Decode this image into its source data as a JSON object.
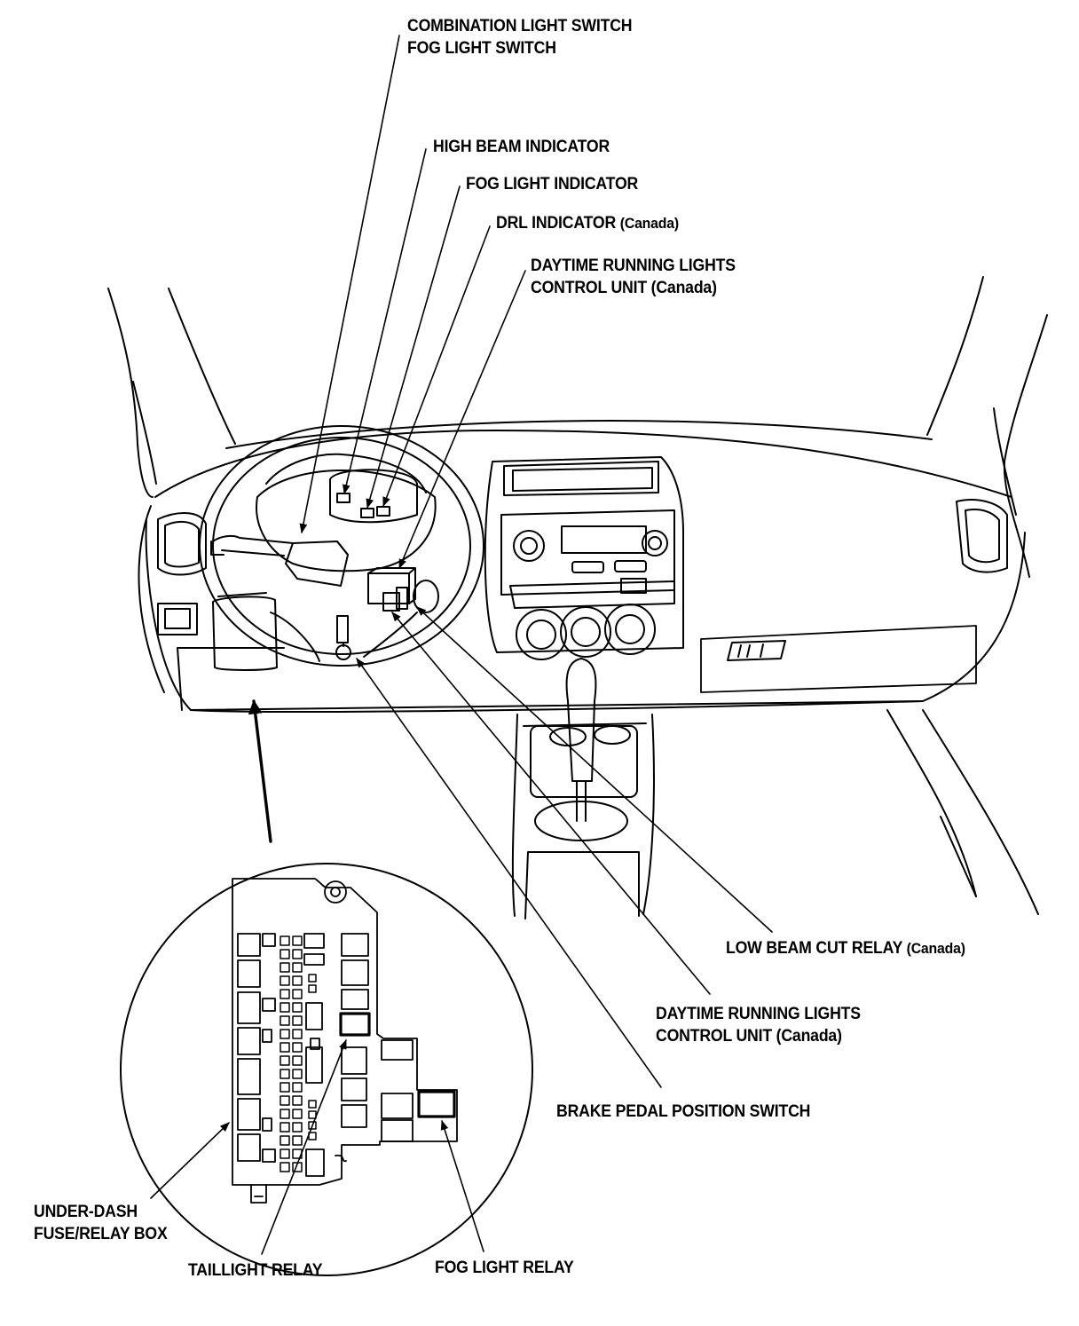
{
  "labels": {
    "combination_switch": [
      "COMBINATION LIGHT SWITCH",
      "FOG LIGHT SWITCH"
    ],
    "high_beam": "HIGH BEAM INDICATOR",
    "fog_indicator": "FOG LIGHT INDICATOR",
    "drl_indicator": {
      "main": "DRL INDICATOR",
      "note": "(Canada)"
    },
    "drl_unit_top": [
      "DAYTIME RUNNING LIGHTS",
      "CONTROL UNIT (Canada)"
    ],
    "low_beam": {
      "main": "LOW BEAM CUT RELAY",
      "note": "(Canada)"
    },
    "drl_unit_bottom": [
      "DAYTIME RUNNING LIGHTS",
      "CONTROL UNIT (Canada)"
    ],
    "brake_switch": "BRAKE PEDAL POSITION SWITCH",
    "fuse_box": [
      "UNDER-DASH",
      "FUSE/RELAY BOX"
    ],
    "taillight_relay": "TAILLIGHT RELAY",
    "fog_relay": "FOG LIGHT RELAY"
  },
  "colors": {
    "ink": "#000000",
    "paper": "#ffffff"
  }
}
